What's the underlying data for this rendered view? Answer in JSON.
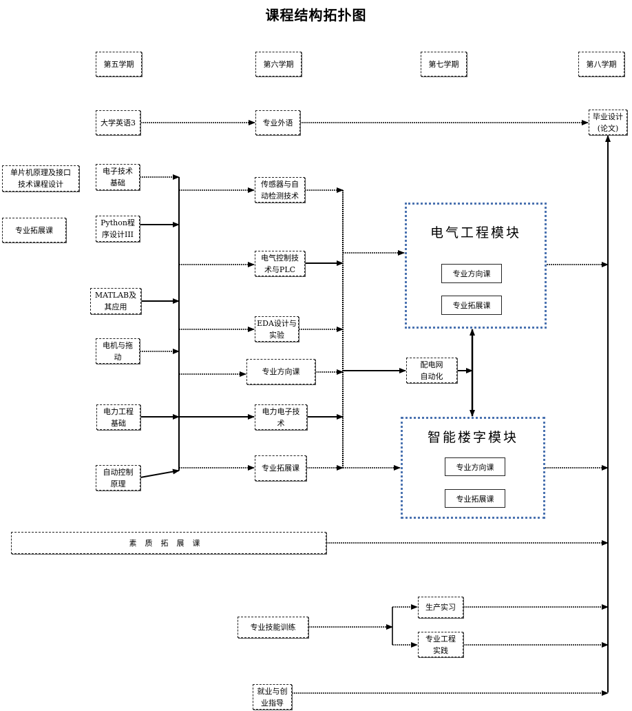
{
  "title": "课程结构拓扑图",
  "semesters": [
    "第五学期",
    "第六学期",
    "第七学期",
    "第八学期"
  ],
  "courses": {
    "english3": "大学英语3",
    "mcu_design": "单片机原理及接口\n技术课程设计",
    "elective_ext": "专业拓展课",
    "electronics": "电子技术\n基础",
    "python": "Python程\n序设计III",
    "matlab": "MATLAB及\n其应用",
    "motor": "电机与拖\n动",
    "power_eng": "电力工程\n基础",
    "auto_ctrl": "自动控制\n原理",
    "prof_english": "专业外语",
    "sensor": "传感器与自\n动检测技术",
    "plc": "电气控制技\n术与PLC",
    "eda": "EDA设计与\n实验",
    "direction6": "专业方向课",
    "power_elec": "电力电子技\n术",
    "extension6": "专业拓展课",
    "grid_auto": "配电网\n自动化",
    "thesis": "毕业设计\n(论文)",
    "quality": "素质拓展课",
    "skills": "专业技能训练",
    "production": "生产实习",
    "eng_practice": "专业工程\n实践",
    "career": "就业与创\n业指导"
  },
  "modules": {
    "electrical": {
      "title": "电气工程模块",
      "items": [
        "专业方向课",
        "专业拓展课"
      ]
    },
    "building": {
      "title": "智能楼字模块",
      "items": [
        "专业方向课",
        "专业拓展课"
      ]
    }
  },
  "colors": {
    "module_border": "#4a72b0",
    "line": "#000000"
  }
}
